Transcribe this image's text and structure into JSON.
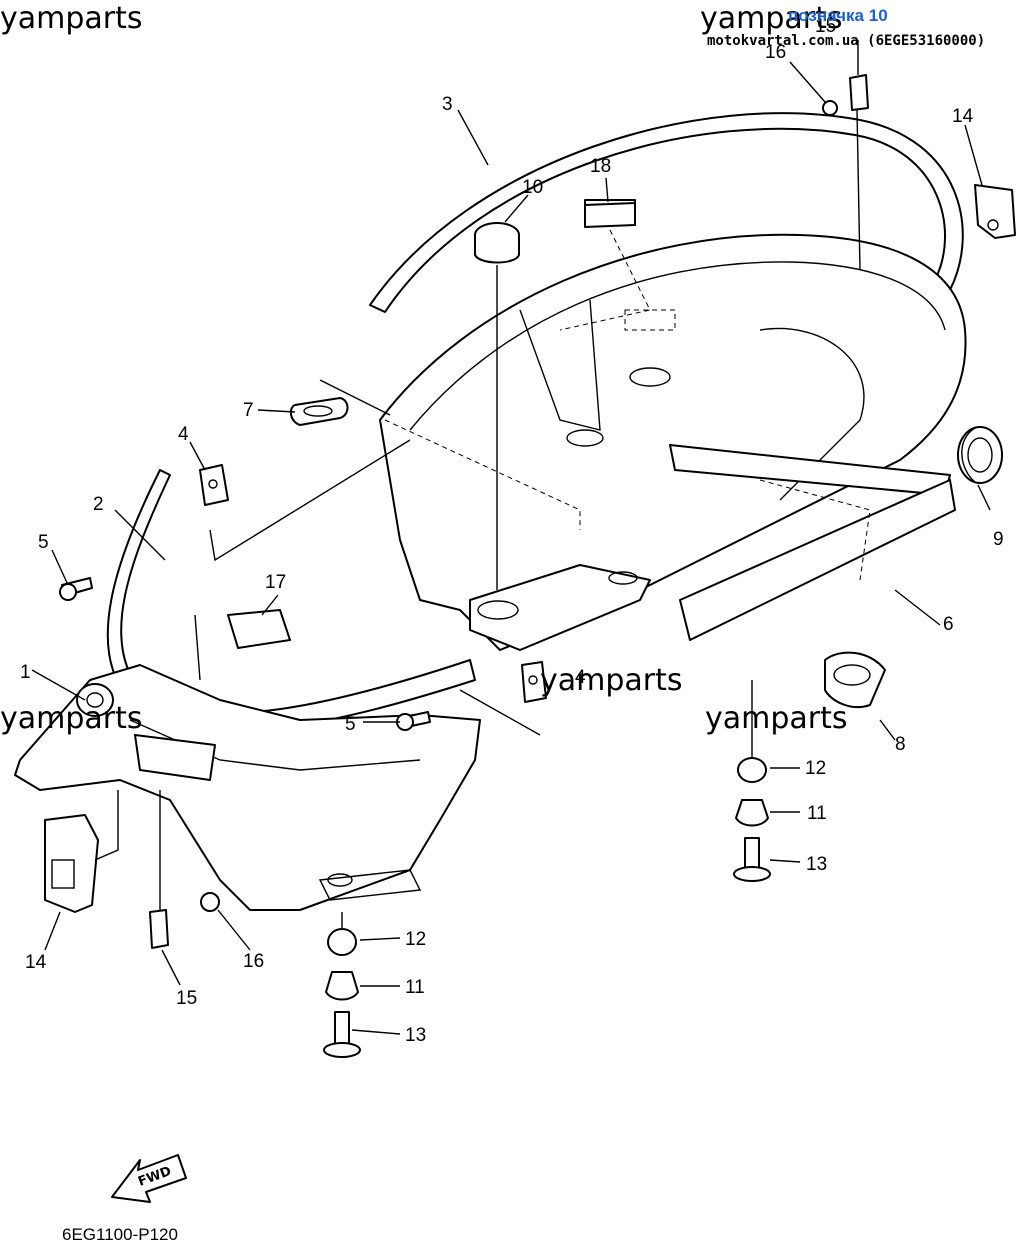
{
  "watermarks": [
    "yamparts",
    "yamparts",
    "yamparts",
    "yamparts",
    "yamparts"
  ],
  "header": {
    "highlight_label": "позначка 10",
    "source_line": "motokvartal.com.ua (6EGE53160000)"
  },
  "diagram_code": "6EG1100-P120",
  "fwd_label": "FWD",
  "callouts": [
    {
      "id": "c1",
      "text": "1"
    },
    {
      "id": "c2",
      "text": "2"
    },
    {
      "id": "c3",
      "text": "3"
    },
    {
      "id": "c4a",
      "text": "4"
    },
    {
      "id": "c4b",
      "text": "4"
    },
    {
      "id": "c5a",
      "text": "5"
    },
    {
      "id": "c5b",
      "text": "5"
    },
    {
      "id": "c6",
      "text": "6"
    },
    {
      "id": "c7",
      "text": "7"
    },
    {
      "id": "c8",
      "text": "8"
    },
    {
      "id": "c9",
      "text": "9"
    },
    {
      "id": "c10",
      "text": "10"
    },
    {
      "id": "c11a",
      "text": "11"
    },
    {
      "id": "c11b",
      "text": "11"
    },
    {
      "id": "c12a",
      "text": "12"
    },
    {
      "id": "c12b",
      "text": "12"
    },
    {
      "id": "c13a",
      "text": "13"
    },
    {
      "id": "c13b",
      "text": "13"
    },
    {
      "id": "c14a",
      "text": "14"
    },
    {
      "id": "c14b",
      "text": "14"
    },
    {
      "id": "c15a",
      "text": "15"
    },
    {
      "id": "c15b",
      "text": "15"
    },
    {
      "id": "c16a",
      "text": "16"
    },
    {
      "id": "c16b",
      "text": "16"
    },
    {
      "id": "c17",
      "text": "17"
    },
    {
      "id": "c18",
      "text": "18"
    }
  ]
}
